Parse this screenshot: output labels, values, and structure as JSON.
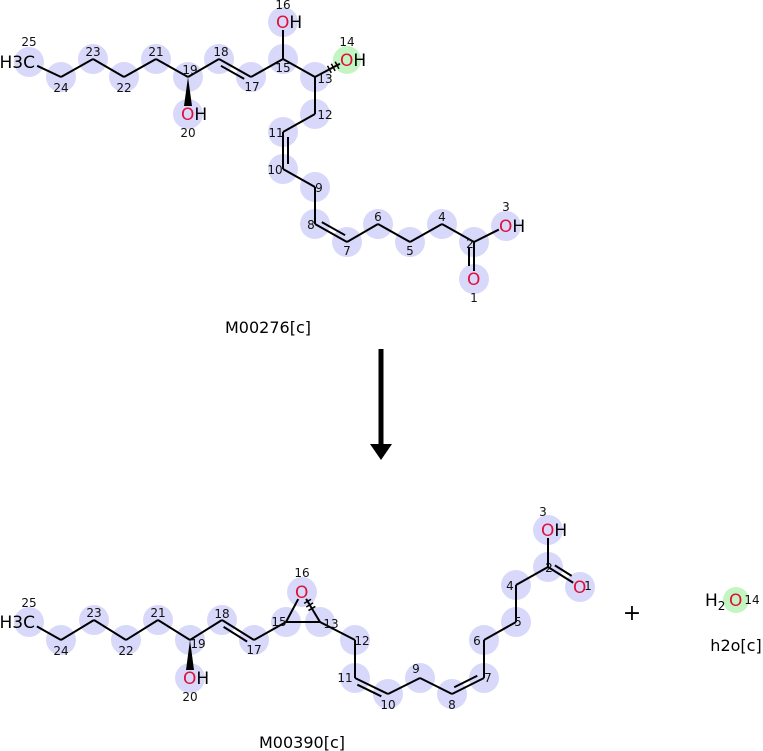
{
  "reactant": {
    "name": "M00276[c]",
    "atom_numbers": [
      "1",
      "2",
      "3",
      "4",
      "5",
      "6",
      "7",
      "8",
      "9",
      "10",
      "11",
      "12",
      "13",
      "14",
      "15",
      "16",
      "17",
      "18",
      "19",
      "20",
      "21",
      "22",
      "23",
      "24",
      "25"
    ],
    "heteroatoms": {
      "1": "O",
      "3": "OH",
      "14": "OH",
      "16": "OH",
      "20": "OH",
      "25": "H3C"
    },
    "highlighted_atom": "14"
  },
  "product": {
    "name": "M00390[c]",
    "atom_numbers": [
      "1",
      "2",
      "3",
      "4",
      "5",
      "6",
      "7",
      "8",
      "9",
      "10",
      "11",
      "12",
      "13",
      "15",
      "16",
      "17",
      "18",
      "19",
      "20",
      "21",
      "22",
      "23",
      "24",
      "25"
    ],
    "heteroatoms": {
      "1": "O",
      "3": "OH",
      "16": "O",
      "20": "OH",
      "25": "H3C"
    }
  },
  "coproduct": {
    "name": "h2o[c]",
    "formula": "H2O",
    "atom_number": "14"
  },
  "plus_sign": "+",
  "colors": {
    "atom_highlight": "#d8d8fa",
    "reaction_highlight": "#c2f5c2",
    "oxygen": "#e0103a",
    "bond": "#000000"
  }
}
